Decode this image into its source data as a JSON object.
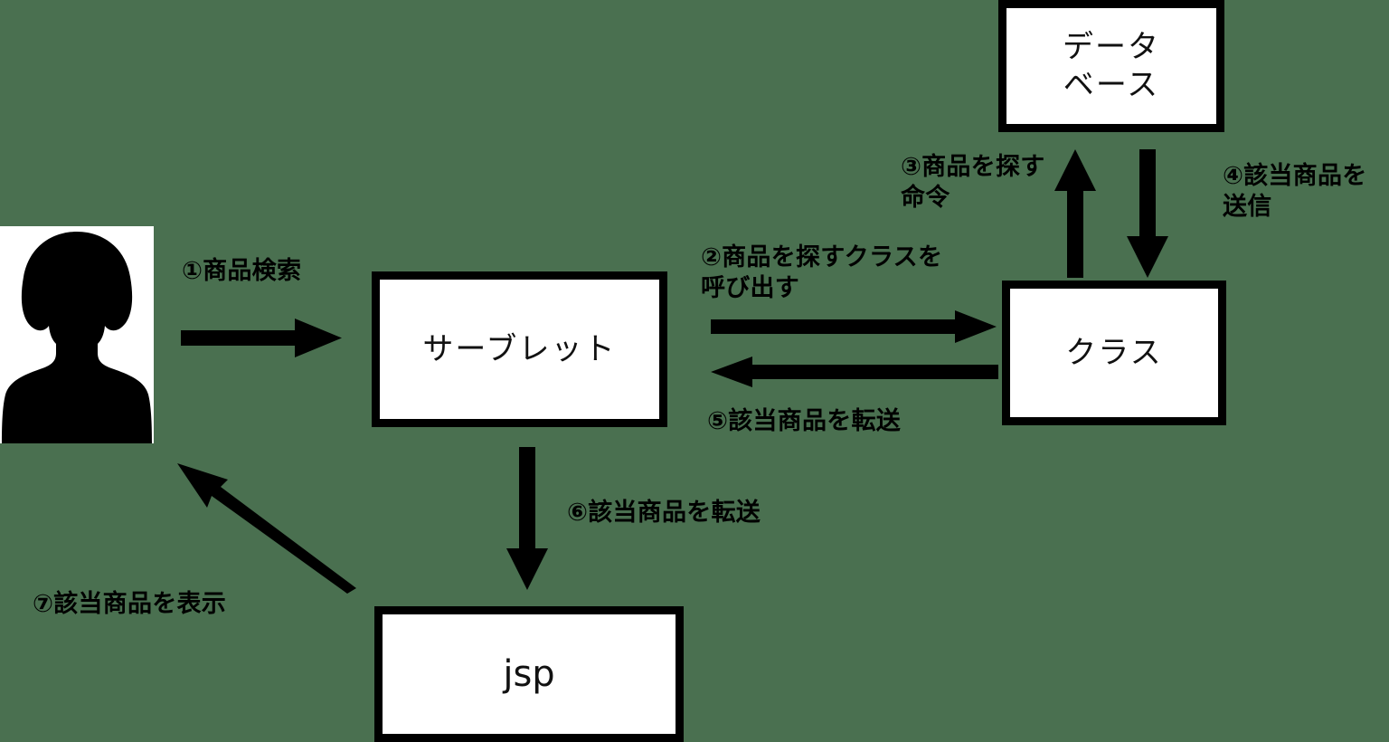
{
  "diagram": {
    "title": "Servlet / JSP MVC request flow",
    "background_color": "#4a7050",
    "box_fill_color": "#ffffff",
    "box_border_color": "#000000",
    "arrow_color": "#000000",
    "text_color": "#000000",
    "nodes": [
      {
        "id": "user",
        "label": "",
        "kind": "avatar-image"
      },
      {
        "id": "servlet",
        "label": "サーブレット",
        "kind": "box"
      },
      {
        "id": "database",
        "label": "データ\nベース",
        "kind": "box"
      },
      {
        "id": "class",
        "label": "クラス",
        "kind": "box"
      },
      {
        "id": "jsp",
        "label": "jsp",
        "kind": "box"
      }
    ],
    "steps": [
      {
        "number": "①",
        "text": "①商品検索",
        "from": "user",
        "to": "servlet",
        "arrow": "right"
      },
      {
        "number": "②",
        "text": "②商品を探すクラスを呼び出す",
        "from": "servlet",
        "to": "class",
        "arrow": "right"
      },
      {
        "number": "③",
        "text": "③商品を探す命令",
        "from": "class",
        "to": "database",
        "arrow": "up"
      },
      {
        "number": "④",
        "text": "④該当商品を送信",
        "from": "database",
        "to": "class",
        "arrow": "down"
      },
      {
        "number": "⑤",
        "text": "⑤該当商品を転送",
        "from": "class",
        "to": "servlet",
        "arrow": "left"
      },
      {
        "number": "⑥",
        "text": "⑥該当商品を転送",
        "from": "servlet",
        "to": "jsp",
        "arrow": "down"
      },
      {
        "number": "⑦",
        "text": "⑦該当商品を表示",
        "from": "jsp",
        "to": "user",
        "arrow": "diagonal-up-left"
      }
    ]
  }
}
